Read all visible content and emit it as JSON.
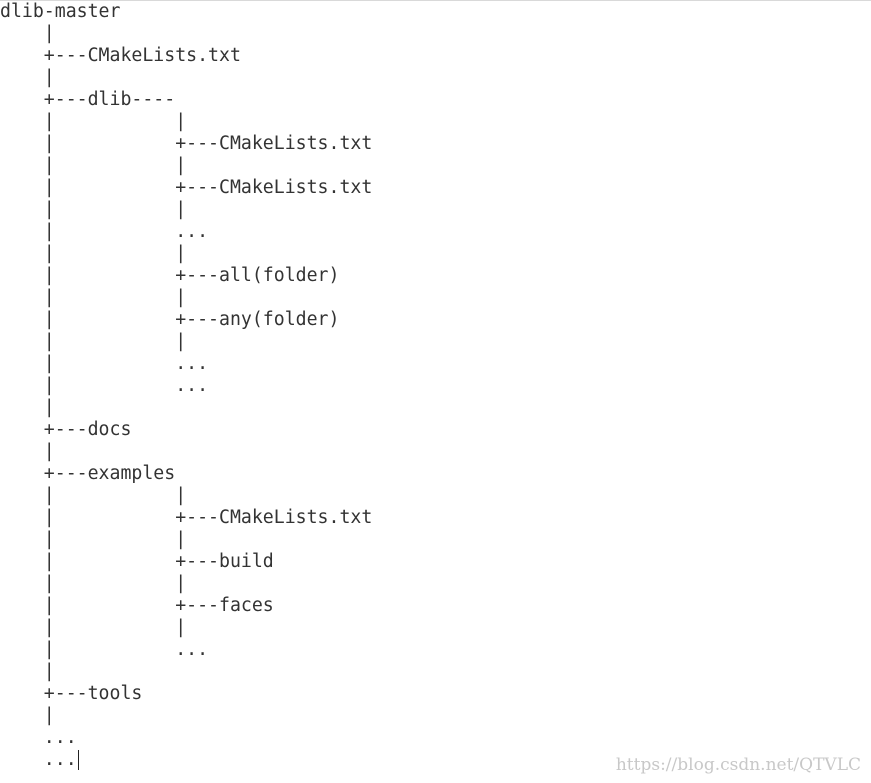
{
  "tree": {
    "lines": [
      "dlib-master",
      "    |",
      "    +---CMakeLists.txt",
      "    |",
      "    +---dlib----",
      "    |           |",
      "    |           +---CMakeLists.txt",
      "    |           |",
      "    |           +---CMakeLists.txt",
      "    |           |",
      "    |           ...",
      "    |           |",
      "    |           +---all(folder)",
      "    |           |",
      "    |           +---any(folder)",
      "    |           |",
      "    |           ...",
      "    |           ...",
      "    |",
      "    +---docs",
      "    |",
      "    +---examples",
      "    |           |",
      "    |           +---CMakeLists.txt",
      "    |           |",
      "    |           +---build",
      "    |           |",
      "    |           +---faces",
      "    |           |",
      "    |           ...",
      "    |",
      "    +---tools",
      "    |",
      "    ...",
      "    ..."
    ]
  },
  "watermark": "https://blog.csdn.net/QTVLC"
}
